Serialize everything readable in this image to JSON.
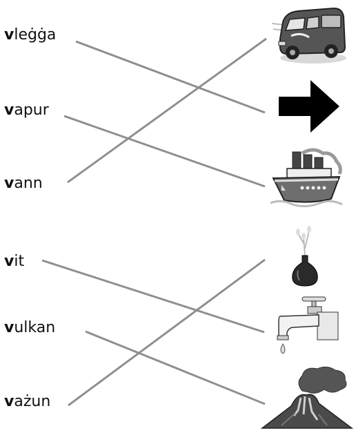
{
  "words": [
    {
      "first": "v",
      "rest": "leġġa"
    },
    {
      "first": "v",
      "rest": "apur"
    },
    {
      "first": "v",
      "rest": "ann"
    },
    {
      "first": "v",
      "rest": "it"
    },
    {
      "first": "v",
      "rest": "ulkan"
    },
    {
      "first": "v",
      "rest": "ażun"
    }
  ],
  "pictures": [
    "van-icon",
    "arrow-icon",
    "ship-icon",
    "vase-icon",
    "tap-icon",
    "volcano-icon"
  ],
  "matches": [
    [
      0,
      1
    ],
    [
      1,
      2
    ],
    [
      2,
      0
    ],
    [
      3,
      4
    ],
    [
      4,
      5
    ],
    [
      5,
      3
    ]
  ],
  "colors": {
    "line": "#8f8f8f",
    "text": "#111111"
  }
}
